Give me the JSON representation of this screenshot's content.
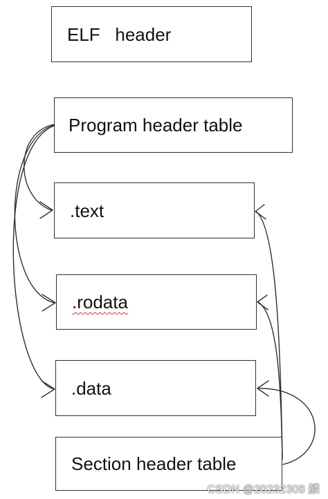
{
  "boxes": {
    "elf_header": "ELF   header",
    "program_header_table": "Program header table",
    "text": ".text",
    "rodata": ".rodata",
    "data": ".data",
    "section_header_table": "Section header table"
  },
  "watermark": "CSDN @20232308 麟",
  "colors": {
    "stroke": "#2f2f2f",
    "spellcheck_underline": "#e03030"
  }
}
